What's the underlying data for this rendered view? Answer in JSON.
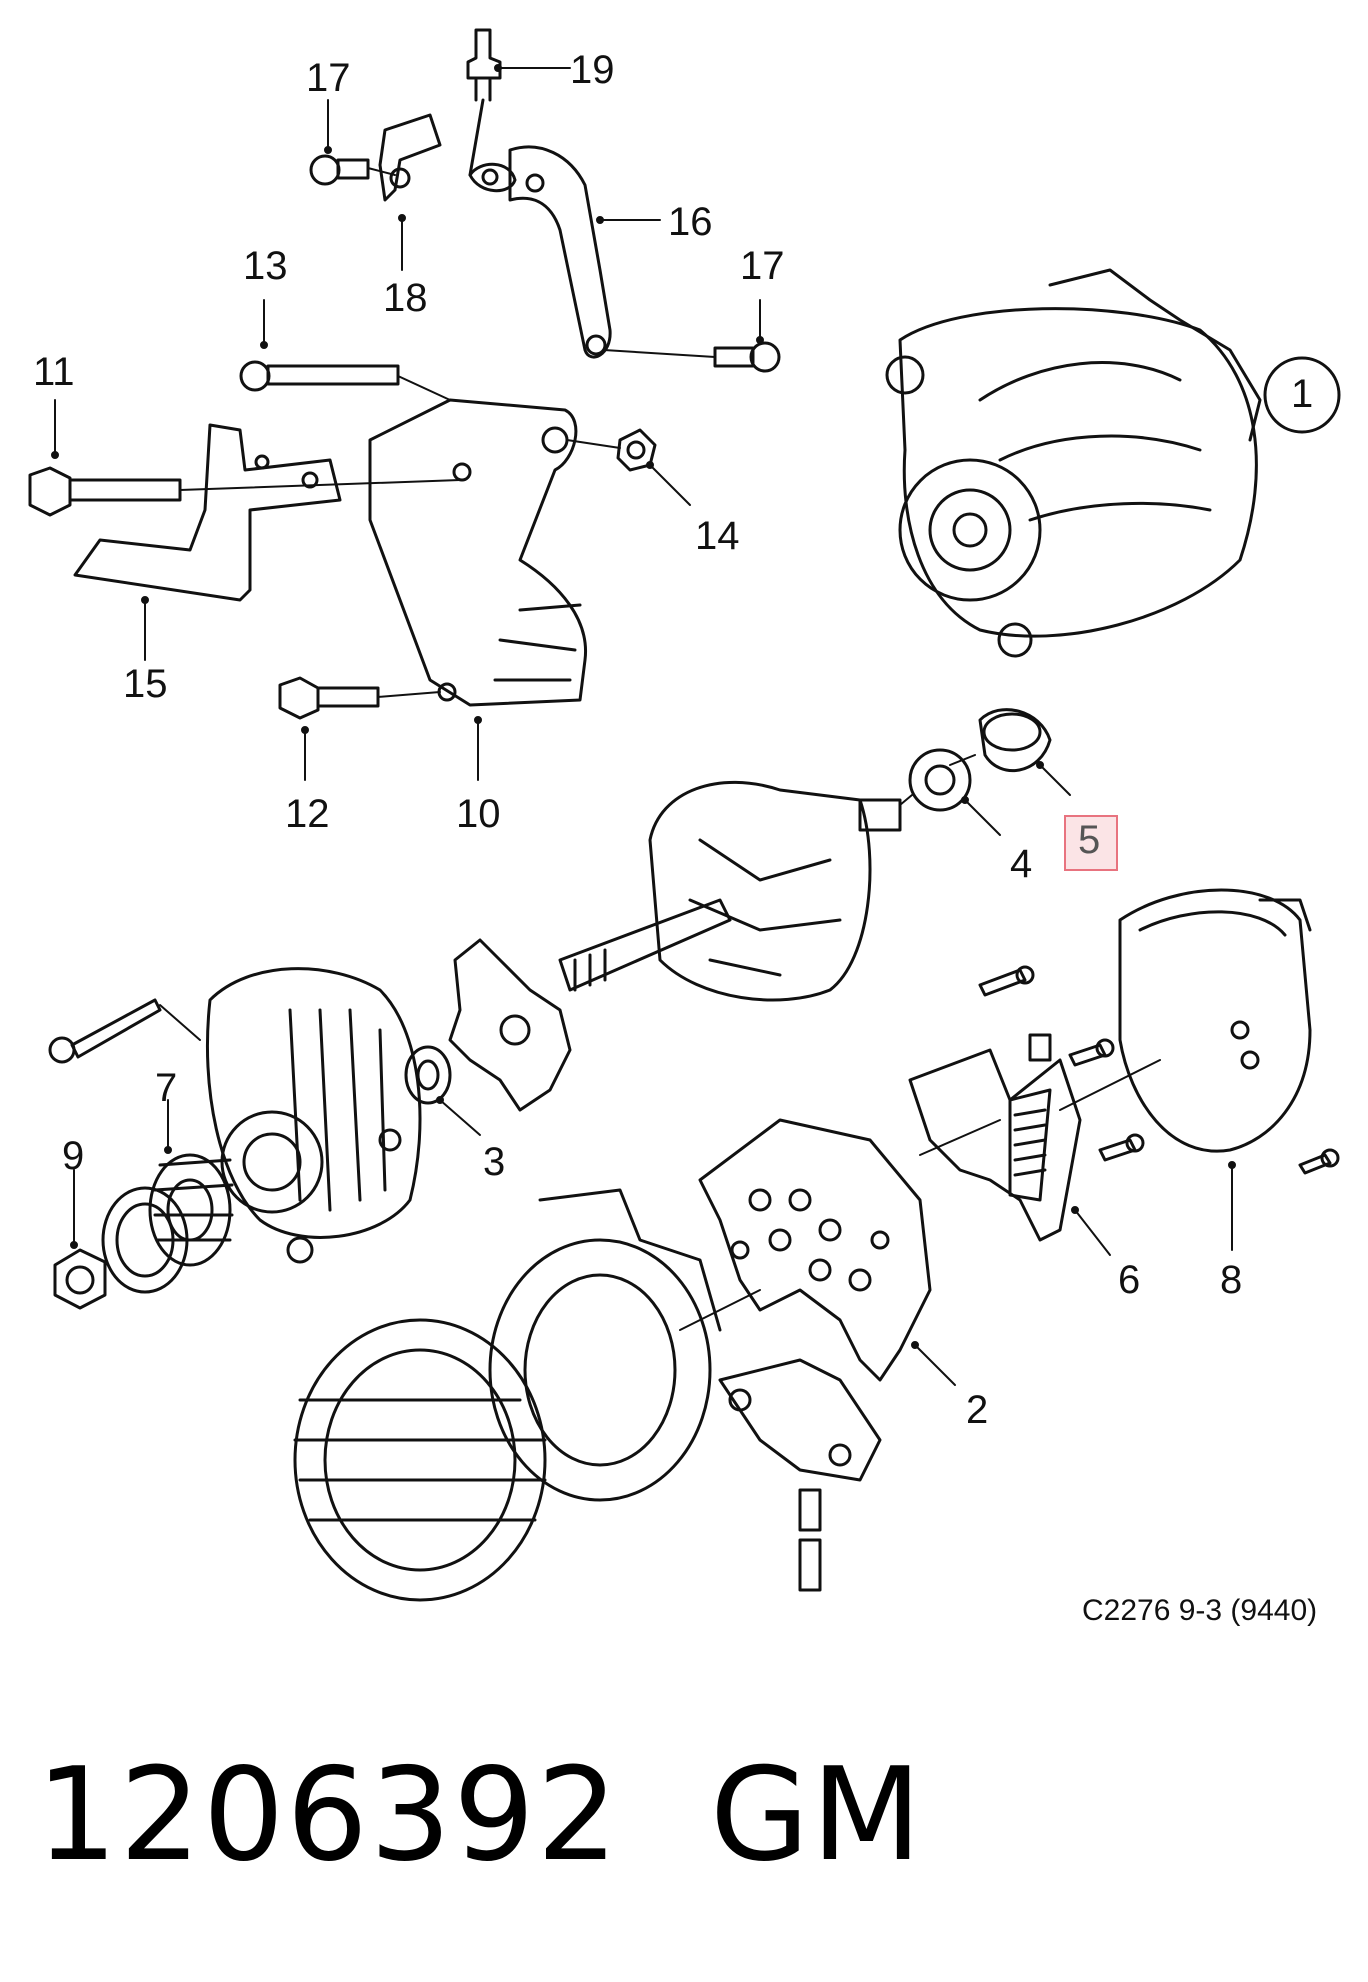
{
  "callouts": {
    "c1": "1",
    "c2": "2",
    "c3": "3",
    "c4": "4",
    "c5": "5",
    "c6": "6",
    "c7": "7",
    "c8": "8",
    "c9": "9",
    "c10": "10",
    "c11": "11",
    "c12": "12",
    "c13": "13",
    "c14": "14",
    "c15": "15",
    "c16": "16",
    "c17a": "17",
    "c17b": "17",
    "c18": "18",
    "c19": "19"
  },
  "highlighted_callout": "5",
  "highlight_color": "#fbe4e6",
  "reference_code": "C2276 9-3 (9440)",
  "part_number": "1206392",
  "brand": "GM"
}
